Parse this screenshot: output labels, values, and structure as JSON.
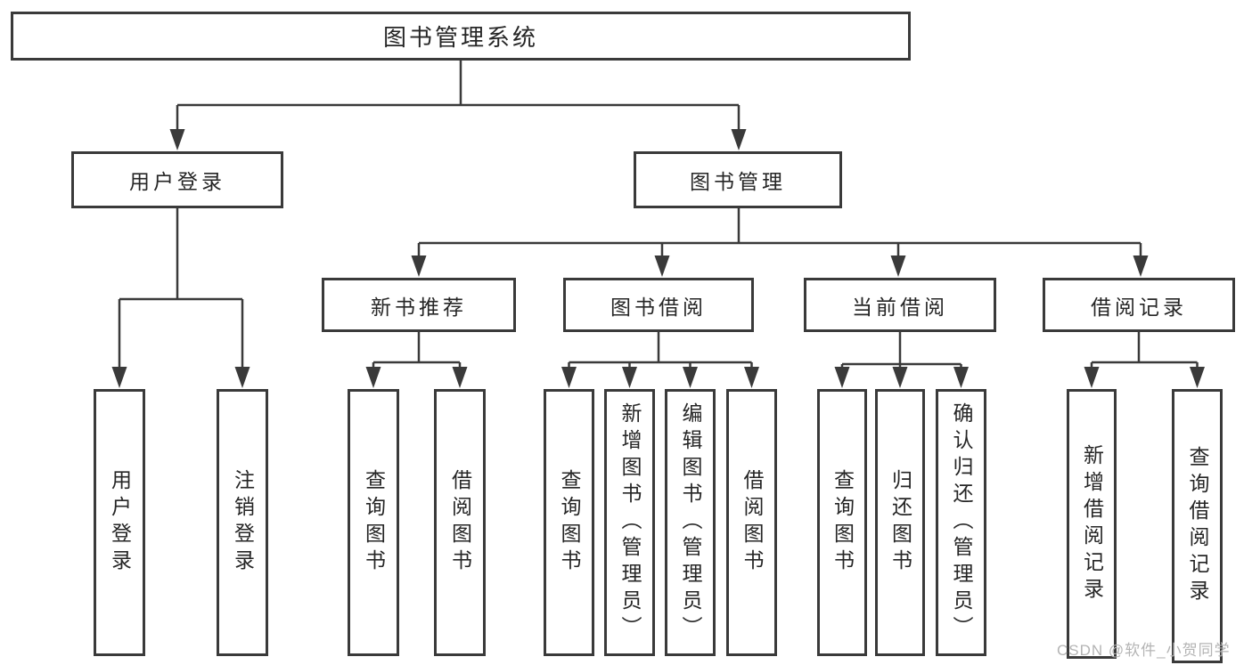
{
  "colors": {
    "line": "#3a3a3a",
    "box_border": "#3a3a3a",
    "text": "#262626",
    "background": "#ffffff",
    "watermark": "#b4b4b4"
  },
  "watermark": {
    "text": "CSDN @软件_小贺同学"
  },
  "tree": {
    "label": "图书管理系统",
    "children": [
      {
        "label": "用户登录",
        "children": [
          {
            "label": "用户登录"
          },
          {
            "label": "注销登录"
          }
        ]
      },
      {
        "label": "图书管理",
        "children": [
          {
            "label": "新书推荐",
            "children": [
              {
                "label": "查询图书"
              },
              {
                "label": "借阅图书"
              }
            ]
          },
          {
            "label": "图书借阅",
            "children": [
              {
                "label": "查询图书"
              },
              {
                "label": "新增图书（管理员）"
              },
              {
                "label": "编辑图书（管理员）"
              },
              {
                "label": "借阅图书"
              }
            ]
          },
          {
            "label": "当前借阅",
            "children": [
              {
                "label": "查询图书"
              },
              {
                "label": "归还图书"
              },
              {
                "label": "确认归还（管理员）"
              }
            ]
          },
          {
            "label": "借阅记录",
            "children": [
              {
                "label": "新增借阅记录"
              },
              {
                "label": "查询借阅记录"
              }
            ]
          }
        ]
      }
    ]
  }
}
